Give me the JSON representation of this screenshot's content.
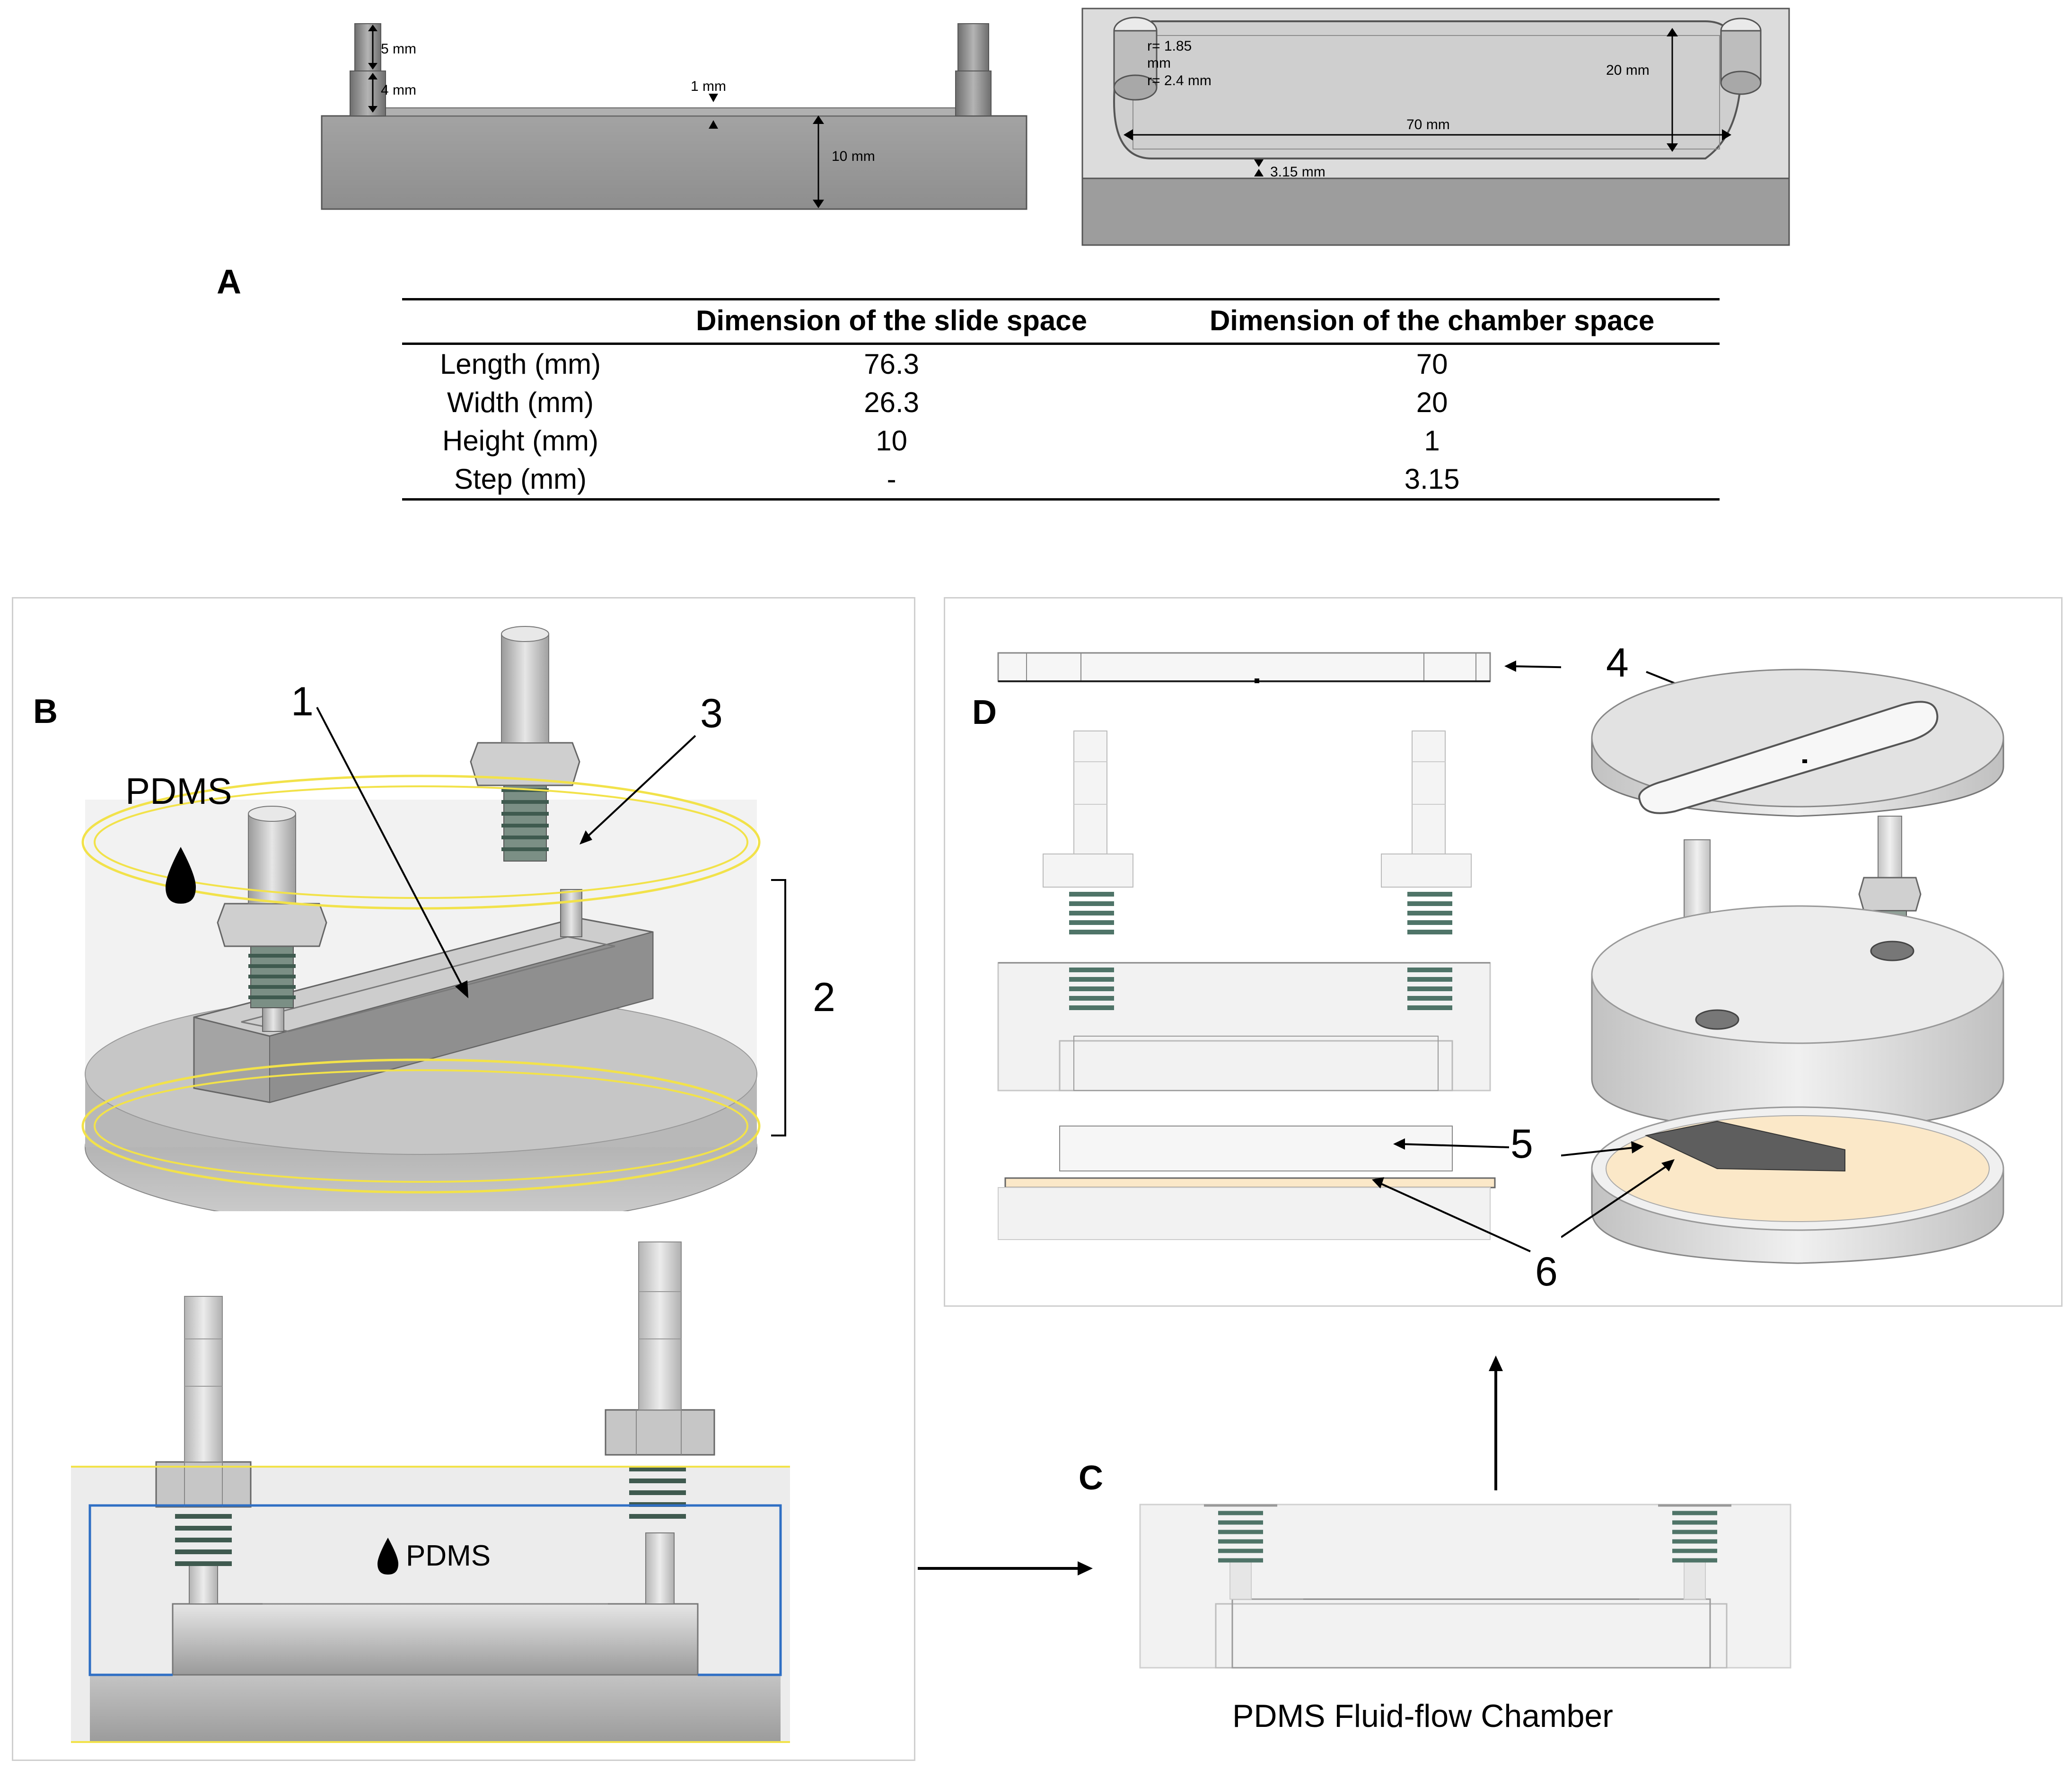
{
  "panels": {
    "a": "A",
    "b": "B",
    "c": "C",
    "d": "D"
  },
  "dimension_labels": {
    "d5": "5 mm",
    "d4": "4 mm",
    "d1": "1 mm",
    "d10": "10 mm",
    "r185": "r= 1.85",
    "r185_unit": "mm",
    "r24": "r= 2.4 mm",
    "d20": "20 mm",
    "d70": "70 mm",
    "d315": "3.15 mm"
  },
  "table": {
    "headers": [
      "",
      "Dimension of the slide space",
      "Dimension of the chamber space"
    ],
    "rows": [
      {
        "label": "Length (mm)",
        "slide": "76.3",
        "chamber": "70"
      },
      {
        "label": "Width (mm)",
        "slide": "26.3",
        "chamber": "20"
      },
      {
        "label": "Height (mm)",
        "slide": "10",
        "chamber": "1"
      },
      {
        "label": "Step (mm)",
        "slide": "-",
        "chamber": "3.15"
      }
    ]
  },
  "callouts": {
    "n1": "1",
    "n2": "2",
    "n3": "3",
    "n4": "4",
    "n5": "5",
    "n6": "6",
    "pdms_top": "PDMS",
    "pdms_inner": "PDMS"
  },
  "caption_c": "PDMS Fluid-flow Chamber",
  "colors": {
    "grey_light": "#d8d8d8",
    "grey_mid": "#a9a9a9",
    "grey_dark": "#7a7a7a",
    "pdms_outline": "#f2e24a",
    "blue_outline": "#2f6fc4",
    "spring": "#4f7468",
    "cream": "#fbe8c8"
  }
}
